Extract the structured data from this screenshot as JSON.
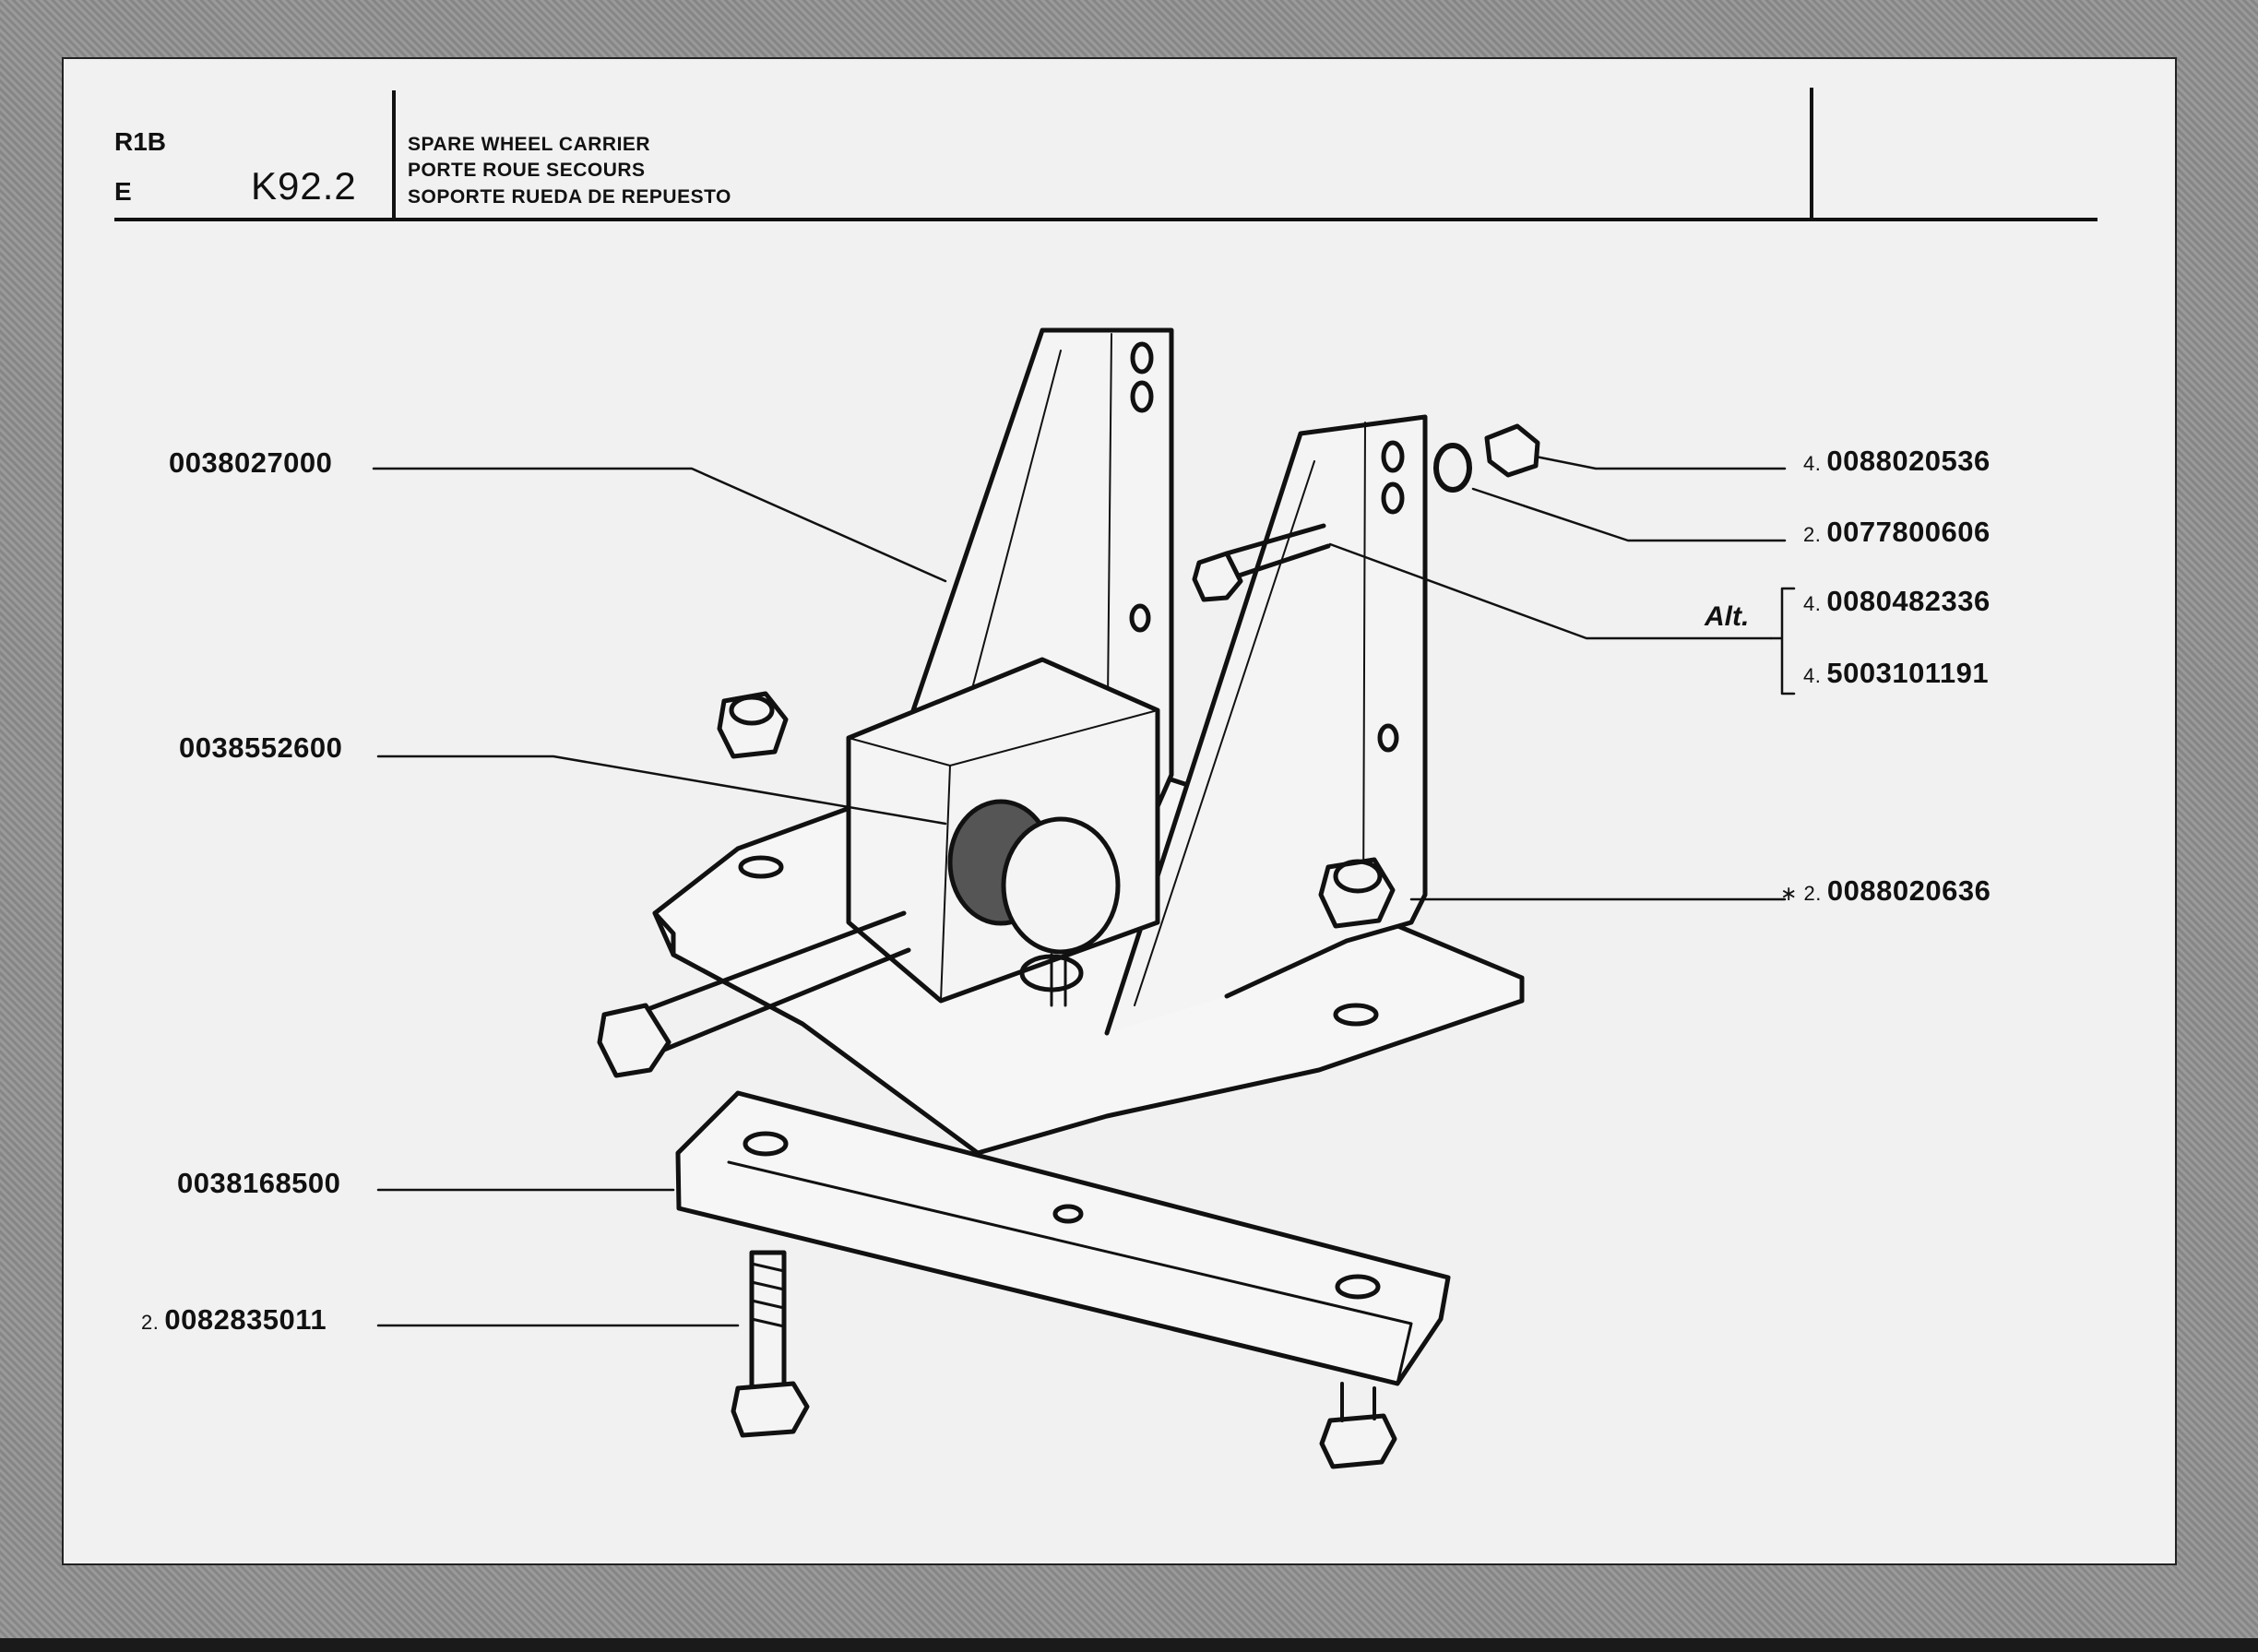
{
  "header": {
    "model": "R1B",
    "variant": "E",
    "ref": "K92.2",
    "title_en": "SPARE WHEEL CARRIER",
    "title_fr": "PORTE  ROUE SECOURS",
    "title_es": "SOPORTE RUEDA DE REPUESTO"
  },
  "parts": {
    "bracket": {
      "number": "0038027000"
    },
    "knob": {
      "number": "0038552600"
    },
    "crossmember": {
      "number": "0038168500"
    },
    "bolt_bottom": {
      "qty": "2.",
      "number": "0082835011"
    },
    "nut_top": {
      "qty": "4.",
      "number": "0088020536"
    },
    "washer": {
      "qty": "2.",
      "number": "0077800606"
    },
    "alt_label": "Alt.",
    "alt_1": {
      "qty": "4.",
      "number": "0080482336"
    },
    "alt_2": {
      "qty": "4.",
      "number": "5003101191"
    },
    "nut_nyloc": {
      "qty": "∗ 2.",
      "number": "0088020636"
    }
  }
}
